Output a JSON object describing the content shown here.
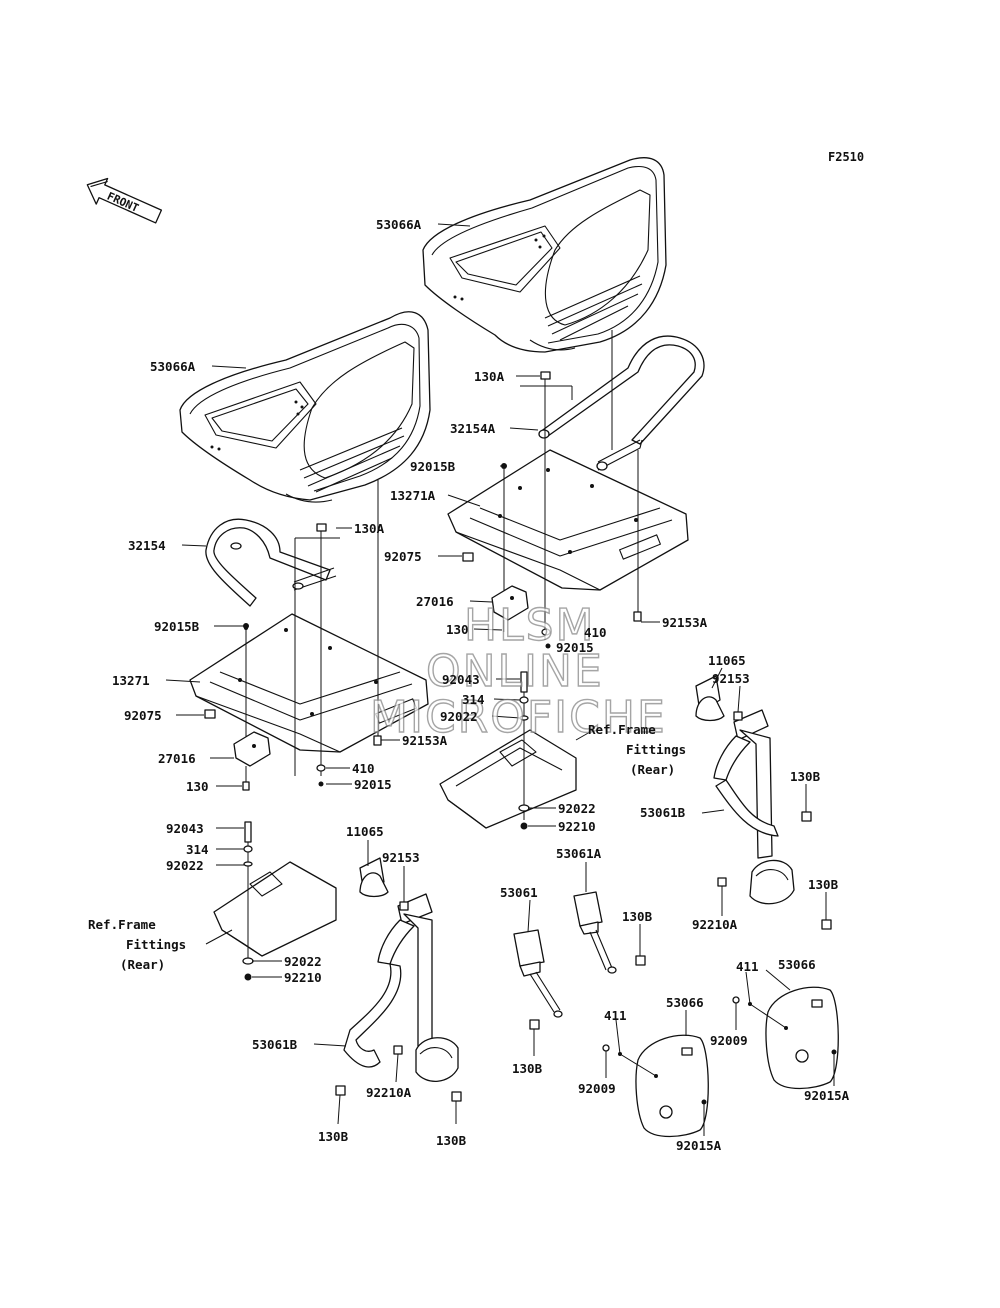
{
  "figure_code": "F2510",
  "front_badge": "FRONT",
  "watermark": {
    "line1": "HLSM",
    "line2": "ONLINE",
    "line3": "MICROFICHE"
  },
  "callouts": {
    "seat_right": "53066A",
    "seat_left": "53066A",
    "bolt_130A_right": "130A",
    "handle_right": "32154A",
    "nut_right_92015B": "92015B",
    "base_right": "13271A",
    "clip_right_92075": "92075",
    "bracket_right_27016": "27016",
    "bolt_right_130": "130",
    "washer_right_410": "410",
    "nut_right_92015": "92015",
    "nut_right_92153A": "92153A",
    "handle_left": "32154",
    "bolt_130A_left": "130A",
    "clip_left_92075": "92075",
    "nut_left_92015B": "92015B",
    "base_left": "13271",
    "clip_left_92075b": "92075",
    "bracket_left_27016": "27016",
    "bolt_left_130": "130",
    "nut_left_92153A": "92153A",
    "washer_left_410": "410",
    "nut_left_92015": "92015",
    "bolt_center_92043": "92043",
    "collar_center_314": "314",
    "washer_center_92022": "92022",
    "washer_center_92022b": "92022",
    "nut_center_92210": "92210",
    "bolt_left_92043": "92043",
    "collar_left_314": "314",
    "washer_left_92022": "92022",
    "washer_left_92022b": "92022",
    "nut_left_92210": "92210",
    "cover_right_11065": "11065",
    "bolt_right_92153": "92153",
    "belt_right_53061B": "53061B",
    "bolt_right_130B_a": "130B",
    "bolt_right_130B_b": "130B",
    "nut_right_92210A": "92210A",
    "cover_left_11065": "11065",
    "bolt_left_92153": "92153",
    "belt_left_53061B": "53061B",
    "nut_left_92210A": "92210A",
    "bolt_left_130B_a": "130B",
    "bolt_left_130B_b": "130B",
    "buckle_53061A": "53061A",
    "buckle_53061": "53061",
    "bolt_buckleA_130B": "130B",
    "bolt_buckle_130B": "130B",
    "pad_right_53066": "53066",
    "pad_right_411": "411",
    "pad_right_92009": "92009",
    "pad_right_92015A": "92015A",
    "pad_left_53066": "53066",
    "pad_left_411": "411",
    "pad_left_92009": "92009",
    "pad_left_92015A": "92015A"
  },
  "ref_notes": {
    "right": {
      "line1": "Ref.Frame",
      "line2": "Fittings",
      "line3": "(Rear)"
    },
    "left": {
      "line1": "Ref.Frame",
      "line2": "Fittings",
      "line3": "(Rear)"
    }
  }
}
